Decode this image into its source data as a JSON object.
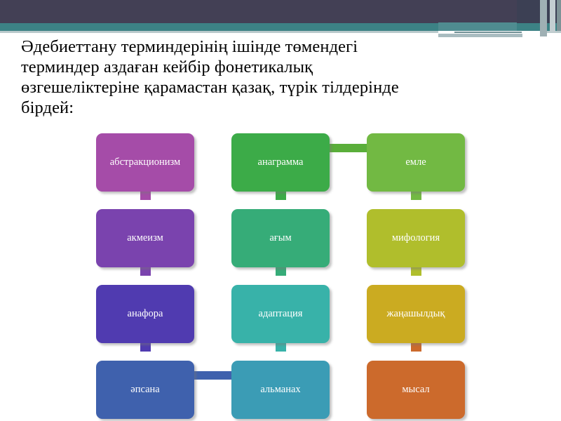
{
  "slide": {
    "title_lines": [
      "Әдебиеттану терминдерінің ішінде төмендегі",
      "терминдер аздаған кейбір фонетикалық",
      "өзгешеліктеріне қарамастан қазақ, түрік тілдерінде",
      "бірдей:"
    ],
    "title_full": "Әдебиеттану терминдерінің ішінде төмендегі терминдер аздаған кейбір фонетикалық өзгешеліктеріне қарамастан қазақ, түрік тілдерінде бірдей:"
  },
  "header": {
    "band_color": "#434055",
    "accent_color": "#3c8285",
    "accent_light_color": "#b9c9cb"
  },
  "diagram": {
    "type": "grid-of-labeled-boxes",
    "columns": 3,
    "rows": 4,
    "nodes": [
      {
        "label": "абстракционизм",
        "color": "#a54ca8",
        "row": 1,
        "col": 1
      },
      {
        "label": "анаграмма",
        "color": "#3cab48",
        "row": 1,
        "col": 2
      },
      {
        "label": "емле",
        "color": "#72b943",
        "row": 1,
        "col": 3
      },
      {
        "label": "акмеизм",
        "color": "#7a43ae",
        "row": 2,
        "col": 1
      },
      {
        "label": "ағым",
        "color": "#36ac78",
        "row": 2,
        "col": 2
      },
      {
        "label": "мифология",
        "color": "#b0be2c",
        "row": 2,
        "col": 3
      },
      {
        "label": "анафора",
        "color": "#503bb0",
        "row": 3,
        "col": 1
      },
      {
        "label": "адаптация",
        "color": "#38b2a9",
        "row": 3,
        "col": 2
      },
      {
        "label": "жаңашылдық",
        "color": "#cbab21",
        "row": 3,
        "col": 3
      },
      {
        "label": "әпсана",
        "color": "#3f61ad",
        "row": 4,
        "col": 1
      },
      {
        "label": "альманах",
        "color": "#3b9cb5",
        "row": 4,
        "col": 2
      },
      {
        "label": "мысал",
        "color": "#cc6a2c",
        "row": 4,
        "col": 3
      }
    ],
    "vertical_connectors": [
      {
        "color": "#a54ca8",
        "from": "абстракционизм",
        "to": "акмеизм"
      },
      {
        "color": "#3cab48",
        "from": "анаграмма",
        "to": "ағым"
      },
      {
        "color": "#72b943",
        "from": "емле",
        "to": "мифология"
      },
      {
        "color": "#7a43ae",
        "from": "акмеизм",
        "to": "анафора"
      },
      {
        "color": "#36ac78",
        "from": "ағым",
        "to": "адаптация"
      },
      {
        "color": "#b0be2c",
        "from": "мифология",
        "to": "жаңашылдық"
      },
      {
        "color": "#503bb0",
        "from": "анафора",
        "to": "әпсана"
      },
      {
        "color": "#38b2a9",
        "from": "адаптация",
        "to": "альманах"
      },
      {
        "color": "#cc6a2c",
        "from": "жаңашылдық",
        "to": "мысал"
      }
    ],
    "horizontal_connectors": [
      {
        "color": "#5aae3a",
        "from": "анаграмма",
        "to": "емле"
      },
      {
        "color": "#3f61ad",
        "from": "әпсана",
        "to": "альманах"
      }
    ]
  }
}
